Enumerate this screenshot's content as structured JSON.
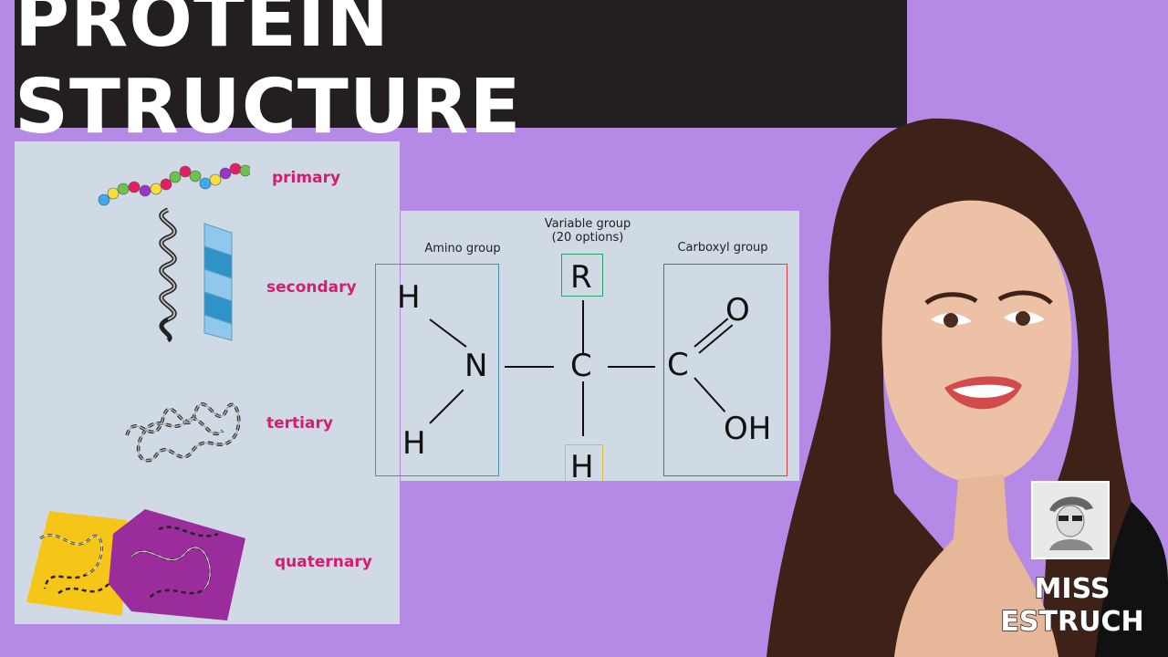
{
  "title": "PROTEIN STRUCTURE",
  "levels": {
    "primary": "primary",
    "secondary": "secondary",
    "tertiary": "tertiary",
    "quaternary": "quaternary"
  },
  "amino_acid": {
    "amino_group": "Amino group",
    "variable_group_line1": "Variable group",
    "variable_group_line2": "(20 options)",
    "carboxyl_group": "Carboxyl group",
    "atoms": {
      "h_top": "H",
      "h_bottom": "H",
      "n": "N",
      "c_center": "C",
      "r": "R",
      "h_under_c": "H",
      "c_carboxyl": "C",
      "o": "O",
      "oh": "OH"
    }
  },
  "channel": {
    "line1": "MISS",
    "line2": "ESTRUCH"
  },
  "colors": {
    "background": "#b48ae6",
    "title_bar": "#231f20",
    "panel": "#cfdae4",
    "level_label": "#d41d6e",
    "amino_box": "#4a8fb8",
    "variable_box": "#2e9e6b",
    "carboxyl_box": "#d83c3c",
    "h_box": "#e0b84a"
  }
}
